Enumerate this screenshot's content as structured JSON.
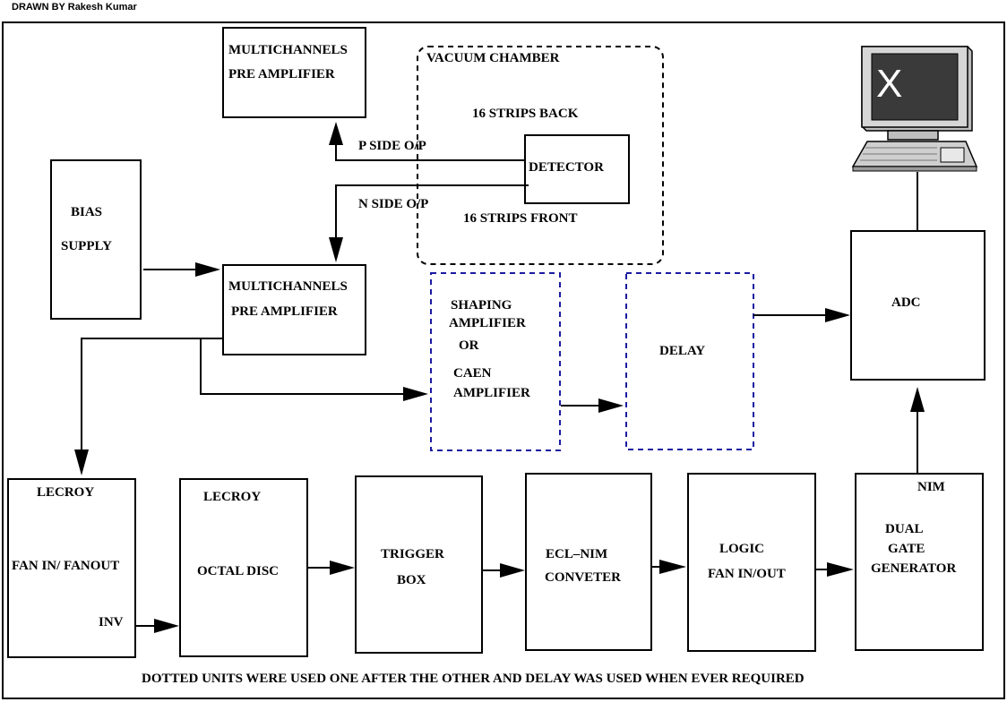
{
  "credit": "DRAWN BY  Rakesh Kumar",
  "blocks": {
    "preamp_top": {
      "line1": "MULTICHANNELS",
      "line2": "PRE AMPLIFIER"
    },
    "vacuum_chamber": {
      "label": "VACUUM CHAMBER",
      "strips_back": "16 STRIPS BACK",
      "strips_front": "16 STRIPS FRONT"
    },
    "detector": {
      "label": "DETECTOR"
    },
    "p_side": "P SIDE O/P",
    "n_side": "N SIDE O/P",
    "bias_supply": {
      "line1": "BIAS",
      "line2": "SUPPLY"
    },
    "preamp_mid": {
      "line1": "MULTICHANNELS",
      "line2": "PRE AMPLIFIER"
    },
    "shaping": {
      "line1": "SHAPING",
      "line2": "AMPLIFIER",
      "line3": "OR",
      "line4": "CAEN",
      "line5": "AMPLIFIER"
    },
    "delay": {
      "label": "DELAY"
    },
    "adc": {
      "label": "ADC"
    },
    "fanout": {
      "line1": "LECROY",
      "line2": "FAN IN/ FANOUT",
      "line3": "INV"
    },
    "octal": {
      "line1": "LECROY",
      "line2": "OCTAL DISC"
    },
    "trigger": {
      "line1": "TRIGGER",
      "line2": "BOX"
    },
    "eclnim": {
      "line1": "ECL–NIM",
      "line2": "CONVETER"
    },
    "logic": {
      "line1": "LOGIC",
      "line2": "FAN IN/OUT"
    },
    "dualgate": {
      "line0": "NIM",
      "line1": "DUAL",
      "line2": "GATE",
      "line3": "GENERATOR"
    },
    "computer": {
      "screen_glyph": "X",
      "icon": "computer-icon"
    }
  },
  "footer_note": "DOTTED UNITS  WERE USED ONE AFTER THE OTHER AND DELAY WAS USED WHEN EVER REQUIRED"
}
